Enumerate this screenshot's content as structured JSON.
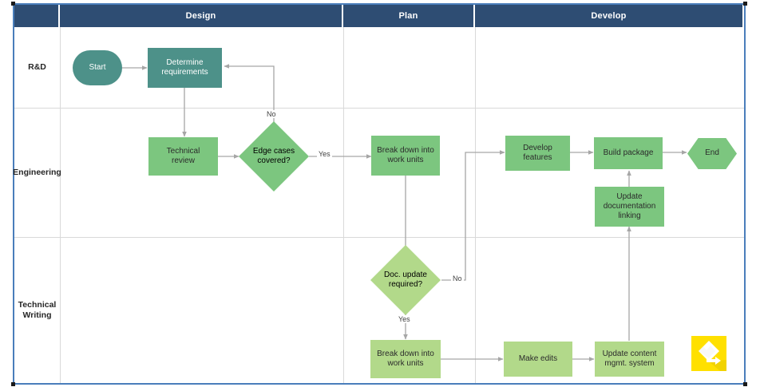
{
  "diagram": {
    "title": "Cross-functional swimlane flowchart",
    "colors": {
      "header_bg": "#2e4d73",
      "frame_border": "#4a7ebb",
      "lane_rd_fill": "#4d9189",
      "lane_engineering_fill": "#7cc67f",
      "lane_techwriting_fill": "#b2d98a",
      "connector": "#a6a6a6",
      "watermark": "#ffe000"
    },
    "phases": [
      {
        "id": "phase-design",
        "label": "Design"
      },
      {
        "id": "phase-plan",
        "label": "Plan"
      },
      {
        "id": "phase-develop",
        "label": "Develop"
      }
    ],
    "lanes": [
      {
        "id": "lane-rd",
        "label": "R&D"
      },
      {
        "id": "lane-engineering",
        "label": "Engineering"
      },
      {
        "id": "lane-technical-writing",
        "label": "Technical\nWriting"
      }
    ],
    "lane_labels": {
      "rd": "R&D",
      "engineering": "Engineering",
      "technical_writing_line1": "Technical",
      "technical_writing_line2": "Writing"
    },
    "nodes": [
      {
        "id": "start",
        "label": "Start",
        "shape": "stadium",
        "lane": "R&D",
        "phase": "Design"
      },
      {
        "id": "determine-requirements",
        "label": "Determine requirements",
        "shape": "rect",
        "lane": "R&D",
        "phase": "Design"
      },
      {
        "id": "technical-review",
        "label": "Technical review",
        "shape": "rect",
        "lane": "Engineering",
        "phase": "Design"
      },
      {
        "id": "edge-cases-covered",
        "label": "Edge cases covered?",
        "shape": "diamond",
        "lane": "Engineering",
        "phase": "Design"
      },
      {
        "id": "break-down-eng",
        "label": "Break down into work units",
        "shape": "rect",
        "lane": "Engineering",
        "phase": "Plan"
      },
      {
        "id": "develop-features",
        "label": "Develop features",
        "shape": "rect",
        "lane": "Engineering",
        "phase": "Develop"
      },
      {
        "id": "build-package",
        "label": "Build package",
        "shape": "rect",
        "lane": "Engineering",
        "phase": "Develop"
      },
      {
        "id": "end",
        "label": "End",
        "shape": "hexagon",
        "lane": "Engineering",
        "phase": "Develop"
      },
      {
        "id": "update-doc-linking",
        "label": "Update documentation linking",
        "shape": "rect",
        "lane": "Engineering",
        "phase": "Develop"
      },
      {
        "id": "doc-update-required",
        "label": "Doc. update required?",
        "shape": "diamond",
        "lane": "Technical Writing",
        "phase": "Plan"
      },
      {
        "id": "break-down-tw",
        "label": "Break down into work units",
        "shape": "rect",
        "lane": "Technical Writing",
        "phase": "Plan"
      },
      {
        "id": "make-edits",
        "label": "Make edits",
        "shape": "rect",
        "lane": "Technical Writing",
        "phase": "Develop"
      },
      {
        "id": "update-cms",
        "label": "Update content mgmt. system",
        "shape": "rect",
        "lane": "Technical Writing",
        "phase": "Develop"
      }
    ],
    "node_labels": {
      "start": "Start",
      "determine_requirements_l1": "Determine",
      "determine_requirements_l2": "requirements",
      "technical_review_l1": "Technical",
      "technical_review_l2": "review",
      "edge_cases_l1": "Edge cases",
      "edge_cases_l2": "covered?",
      "break_down_eng_l1": "Break down into",
      "break_down_eng_l2": "work units",
      "develop_features_l1": "Develop",
      "develop_features_l2": "features",
      "build_package": "Build package",
      "end": "End",
      "update_doc_l1": "Update",
      "update_doc_l2": "documentation",
      "update_doc_l3": "linking",
      "doc_update_l1": "Doc. update",
      "doc_update_l2": "required?",
      "break_down_tw_l1": "Break down into",
      "break_down_tw_l2": "work units",
      "make_edits": "Make edits",
      "update_cms_l1": "Update content",
      "update_cms_l2": "mgmt. system"
    },
    "edges": [
      {
        "id": "e-start-determine",
        "from": "start",
        "to": "determine-requirements",
        "label": ""
      },
      {
        "id": "e-determine-review",
        "from": "determine-requirements",
        "to": "technical-review",
        "label": ""
      },
      {
        "id": "e-review-edge",
        "from": "technical-review",
        "to": "edge-cases-covered",
        "label": ""
      },
      {
        "id": "e-edge-no",
        "from": "edge-cases-covered",
        "to": "determine-requirements",
        "label": "No"
      },
      {
        "id": "e-edge-yes",
        "from": "edge-cases-covered",
        "to": "break-down-eng",
        "label": "Yes"
      },
      {
        "id": "e-breakdown-doc",
        "from": "break-down-eng",
        "to": "doc-update-required",
        "label": ""
      },
      {
        "id": "e-doc-no",
        "from": "doc-update-required",
        "to": "develop-features",
        "label": "No"
      },
      {
        "id": "e-doc-yes",
        "from": "doc-update-required",
        "to": "break-down-tw",
        "label": "Yes"
      },
      {
        "id": "e-develop-build",
        "from": "develop-features",
        "to": "build-package",
        "label": ""
      },
      {
        "id": "e-build-end",
        "from": "build-package",
        "to": "end",
        "label": ""
      },
      {
        "id": "e-updatedoc-build",
        "from": "update-doc-linking",
        "to": "build-package",
        "label": ""
      },
      {
        "id": "e-breakdowntw-edits",
        "from": "break-down-tw",
        "to": "make-edits",
        "label": ""
      },
      {
        "id": "e-edits-cms",
        "from": "make-edits",
        "to": "update-cms",
        "label": ""
      },
      {
        "id": "e-cms-updatedoc",
        "from": "update-cms",
        "to": "update-doc-linking",
        "label": ""
      }
    ],
    "edge_labels": {
      "edge_no": "No",
      "edge_yes": "Yes",
      "doc_no": "No",
      "doc_yes": "Yes"
    }
  }
}
